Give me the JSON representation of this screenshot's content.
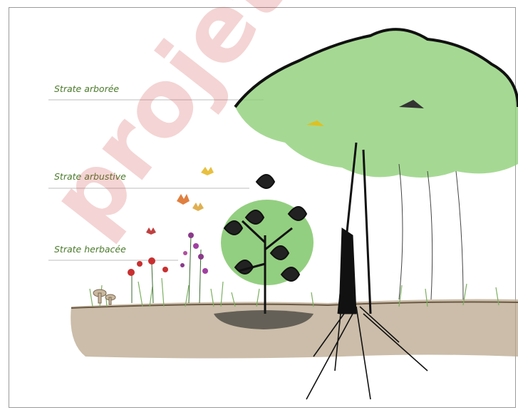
{
  "labels": {
    "arboree": "Strate arborée",
    "arbustive": "Strate arbustive",
    "herbacee": "Strate herbacée"
  },
  "watermark": "projet",
  "colors": {
    "label_text": "#4a7a2a",
    "canopy": "#8fcf78",
    "shrub_green": "#6fbf56",
    "soil": "#a89478",
    "watermark": "#cd3c3c"
  }
}
